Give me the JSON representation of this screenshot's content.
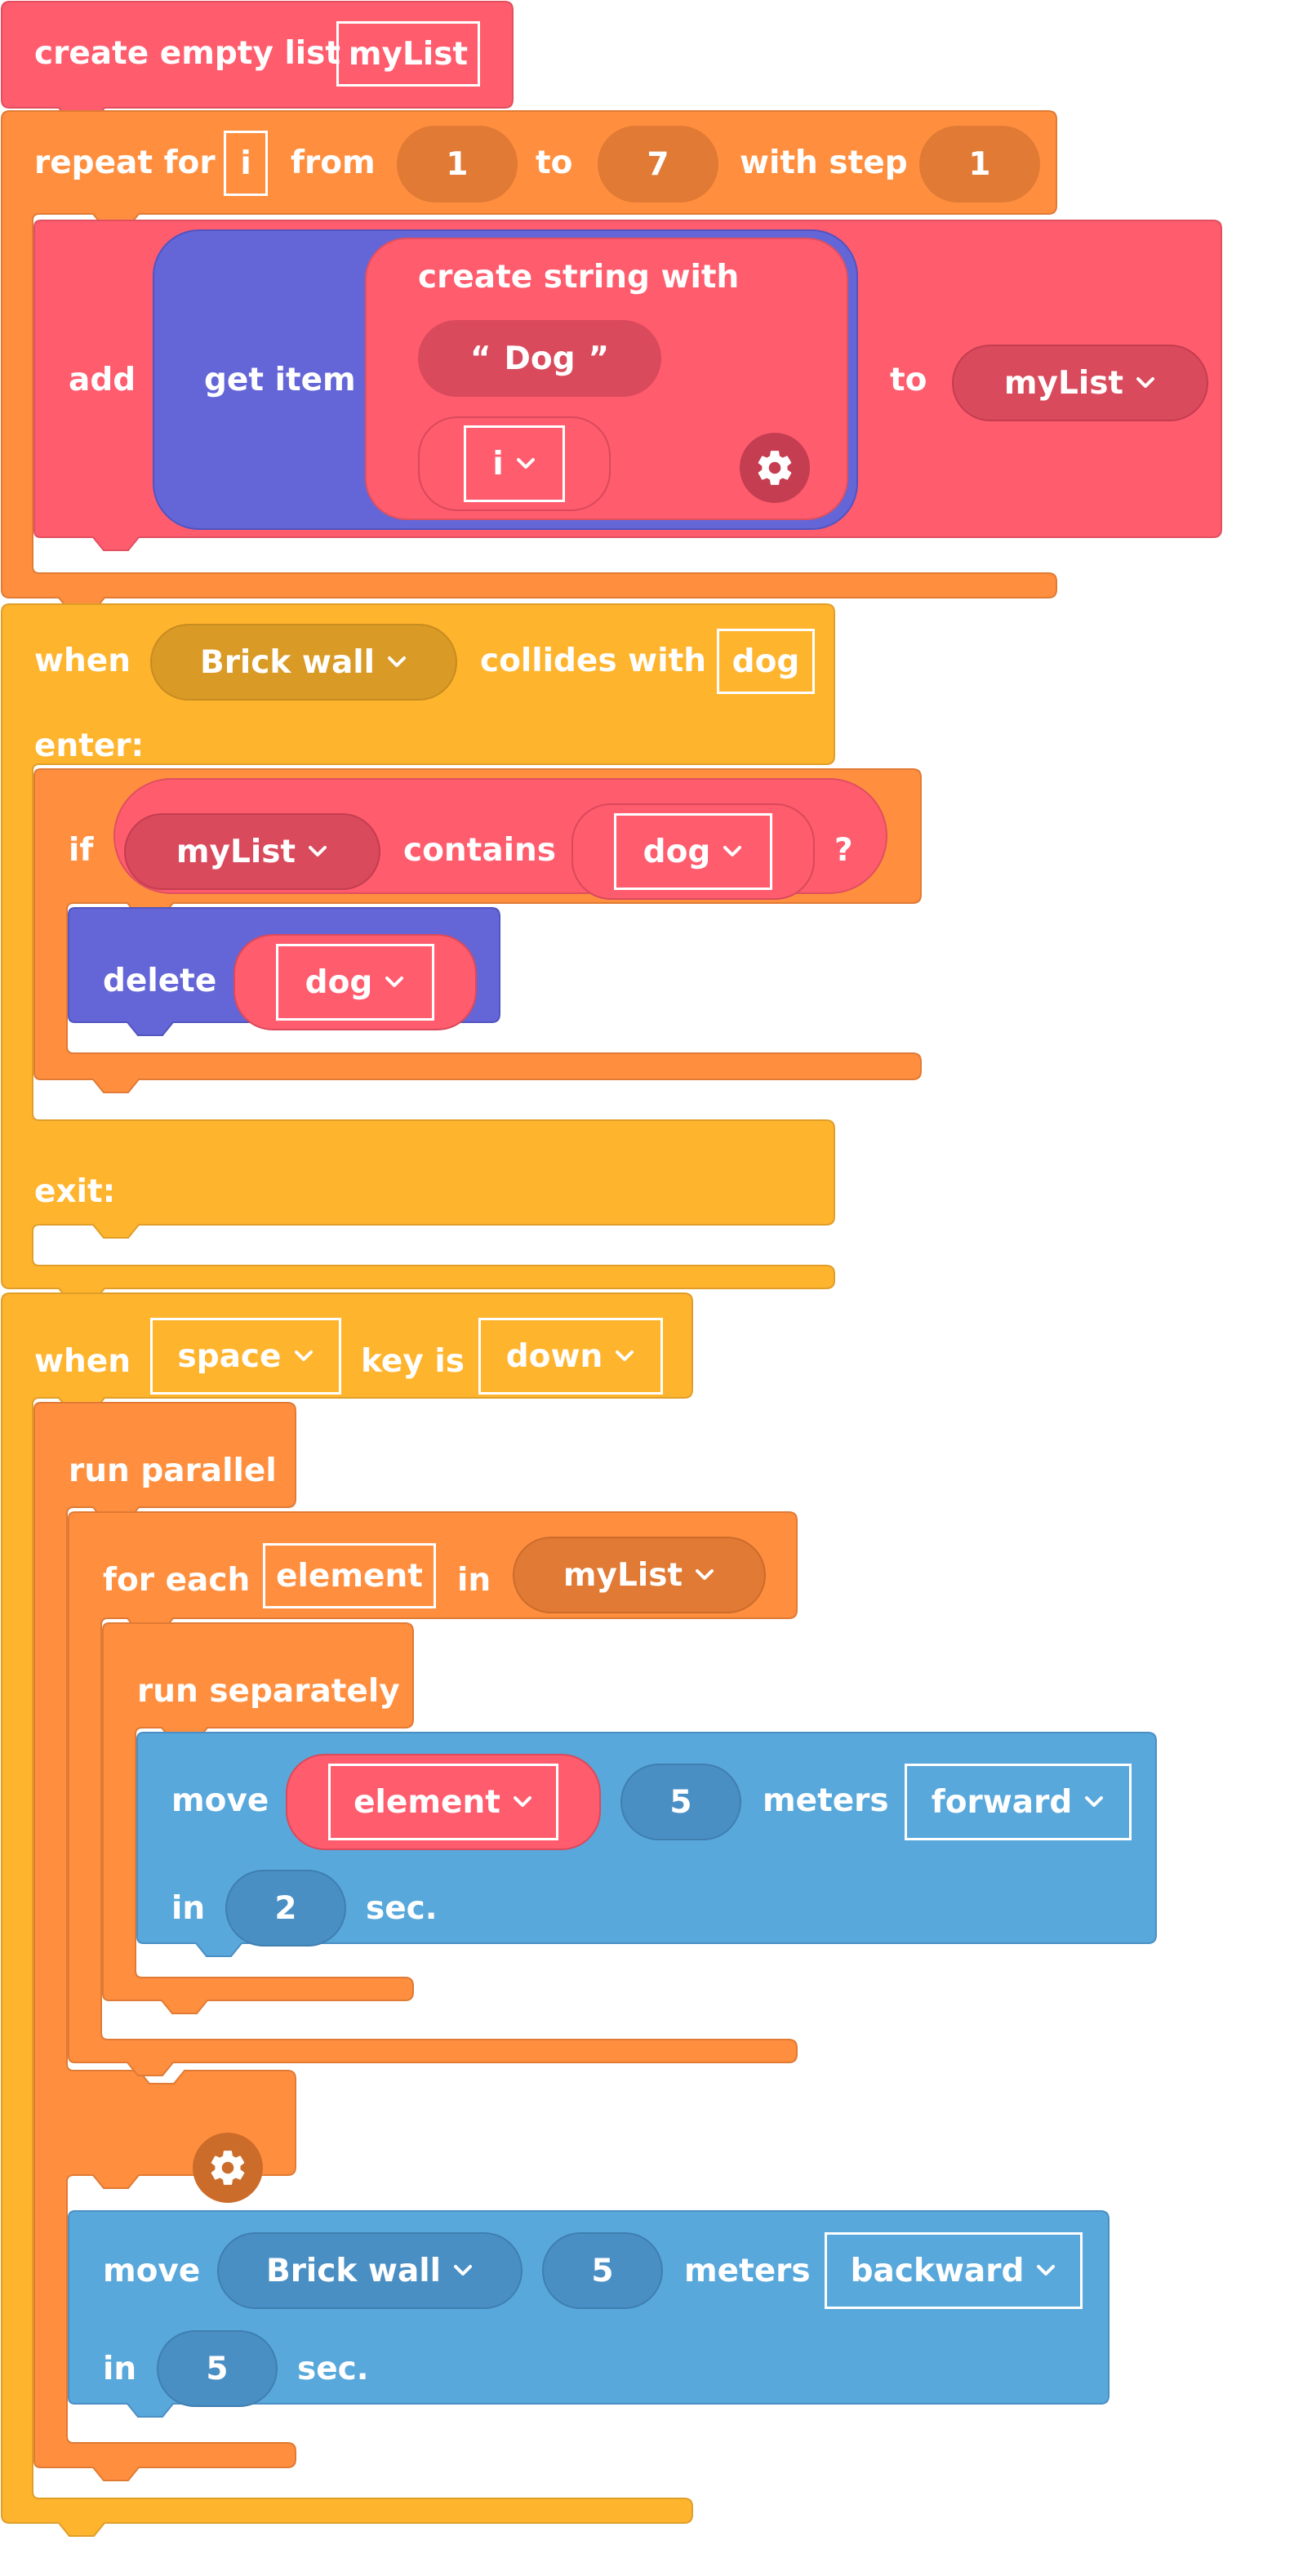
{
  "colors": {
    "list_red": "#ff5c6e",
    "list_red_dark": "#d94a5c",
    "loop_orange": "#ff8f3f",
    "loop_orange_dark": "#e07a34",
    "event_yellow": "#ffb42e",
    "event_yellow_dark": "#d99a26",
    "object_purple": "#6466d8",
    "motion_blue": "#58a8dc",
    "motion_blue_dark": "#4a8fc4"
  },
  "create_list": {
    "label": "create empty list",
    "var": "myList"
  },
  "repeat": {
    "label_repeat": "repeat for",
    "var": "i",
    "label_from": "from",
    "from": "1",
    "label_to": "to",
    "to": "7",
    "label_step": "with step",
    "step": "1"
  },
  "add": {
    "label_add": "add",
    "label_get_item": "get item",
    "label_create_string": "create string with",
    "quote_open": "“",
    "string_value": "Dog",
    "quote_close": "”",
    "var_i": "i",
    "label_to": "to",
    "list": "myList"
  },
  "collide": {
    "label_when": "when",
    "object": "Brick wall",
    "label_collides": "collides with",
    "target": "dog",
    "label_enter": "enter:",
    "label_exit": "exit:"
  },
  "if_block": {
    "label_if": "if",
    "list": "myList",
    "label_contains": "contains",
    "item": "dog",
    "question": "?"
  },
  "delete_block": {
    "label": "delete",
    "target": "dog"
  },
  "key_event": {
    "label_when": "when",
    "key": "space",
    "label_key_is": "key is",
    "state": "down"
  },
  "run_parallel": {
    "label": "run parallel"
  },
  "for_each": {
    "label_for_each": "for each",
    "var": "element",
    "label_in": "in",
    "list": "myList"
  },
  "run_separately": {
    "label": "run separately"
  },
  "move1": {
    "label_move": "move",
    "target": "element",
    "distance": "5",
    "label_meters": "meters",
    "direction": "forward",
    "label_in": "in",
    "time": "2",
    "label_sec": "sec."
  },
  "move2": {
    "label_move": "move",
    "target": "Brick wall",
    "distance": "5",
    "label_meters": "meters",
    "direction": "backward",
    "label_in": "in",
    "time": "5",
    "label_sec": "sec."
  }
}
